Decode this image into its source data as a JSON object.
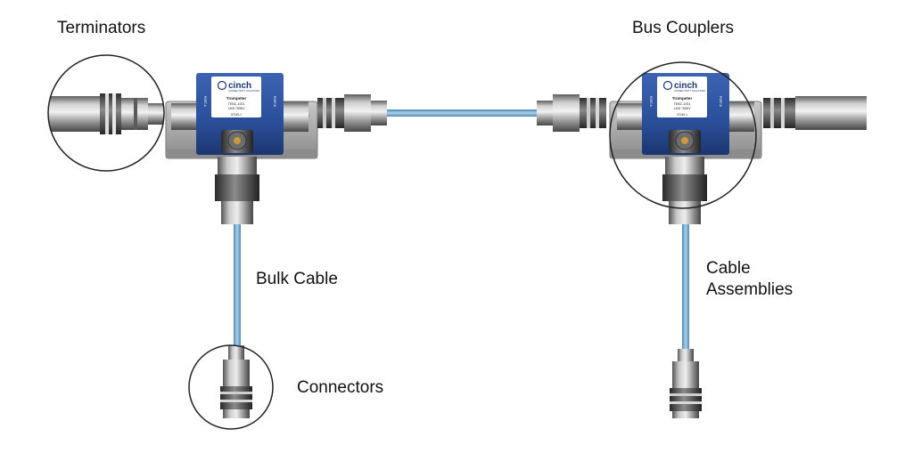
{
  "labels": {
    "terminators": "Terminators",
    "bus_couplers": "Bus Couplers",
    "bulk_cable": "Bulk Cable",
    "connectors": "Connectors",
    "cable_assemblies_line1": "Cable",
    "cable_assemblies_line2": "Assemblies"
  },
  "coupler_label": {
    "brand": "cinch",
    "brand_tagline": "CONNECTIVITY SOLUTIONS",
    "maker": "Trompeter",
    "model": "TEBC-1001",
    "spec": "140Ω 75ΩNV",
    "code": "07049-1",
    "port_left": "PORT-A",
    "port_right": "PORT-B"
  },
  "colors": {
    "coupler_blue": "#2a4f9a",
    "cable_blue": "#7fb4d8",
    "metal": "#9a9a9a",
    "text": "#111111"
  }
}
